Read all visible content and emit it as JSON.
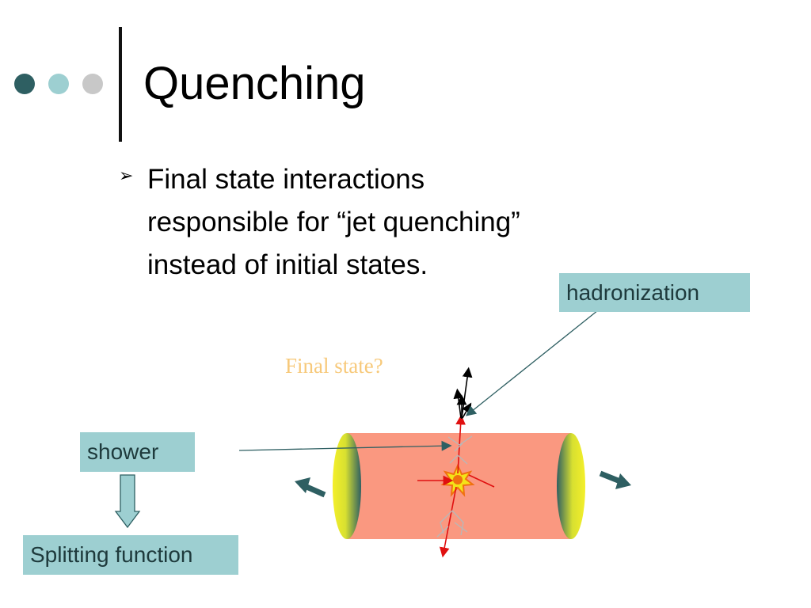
{
  "slide": {
    "title": "Quenching",
    "bullets": [
      "Final state interactions\nresponsible for “jet quenching”\ninstead of initial states."
    ],
    "bullet_marker": "➢"
  },
  "diagram": {
    "labels": {
      "hadronization": "hadronization",
      "shower": "shower",
      "splitting_function": "Splitting function",
      "final_state": "Final state?"
    }
  },
  "colors": {
    "dot_dark": "#2e5f62",
    "dot_mid": "#9dcfd1",
    "dot_light": "#c8c8c8",
    "box_fill": "#9dcfd1",
    "cylinder_body": "#fa9880",
    "cylinder_cap_yellow": "#f4ef2a",
    "cylinder_cap_teal": "#2e5f62",
    "jet_red": "#e01010",
    "final_state_text": "#f7c97a"
  }
}
